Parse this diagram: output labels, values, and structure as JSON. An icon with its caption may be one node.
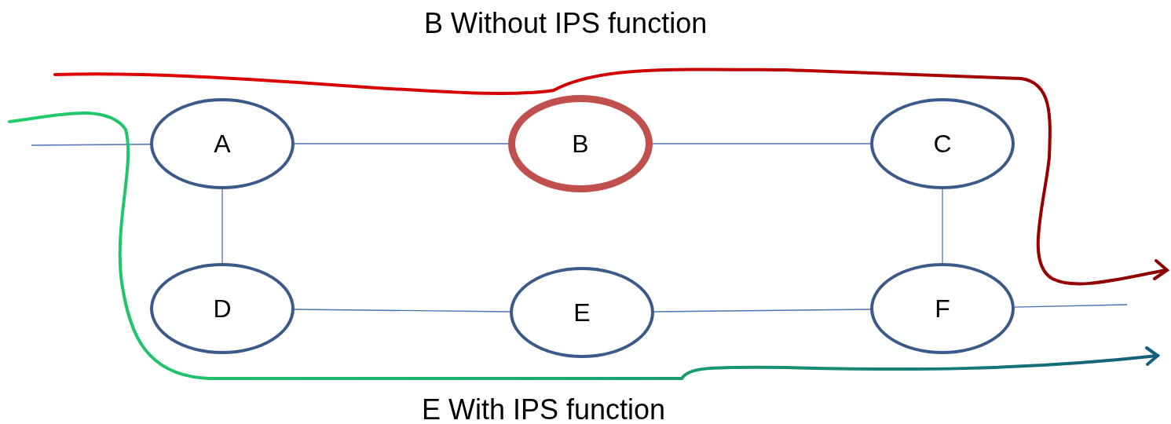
{
  "diagram": {
    "nodes": [
      {
        "text": [
          "A"
        ]
      },
      {
        "text": [
          "B"
        ]
      },
      {
        "text": [
          "C"
        ]
      },
      {
        "text": [
          "D"
        ]
      },
      {
        "text": [
          "E"
        ]
      },
      {
        "text": [
          "F"
        ]
      }
    ],
    "edges": [
      {
        "from": null,
        "to": 0,
        "arrow": "none"
      },
      {
        "from": 0,
        "to": 1,
        "arrow": "none"
      },
      {
        "from": 1,
        "to": 2,
        "arrow": "none"
      },
      {
        "from": 0,
        "to": 3,
        "arrow": "none"
      },
      {
        "from": 2,
        "to": 5,
        "arrow": "none"
      },
      {
        "from": 3,
        "to": 4,
        "arrow": "none"
      },
      {
        "from": 4,
        "to": 5,
        "arrow": "none"
      },
      {
        "from": 5,
        "to": null,
        "arrow": "none"
      }
    ],
    "labels": [
      "B Without IPS function",
      "E With IPS function"
    ]
  }
}
